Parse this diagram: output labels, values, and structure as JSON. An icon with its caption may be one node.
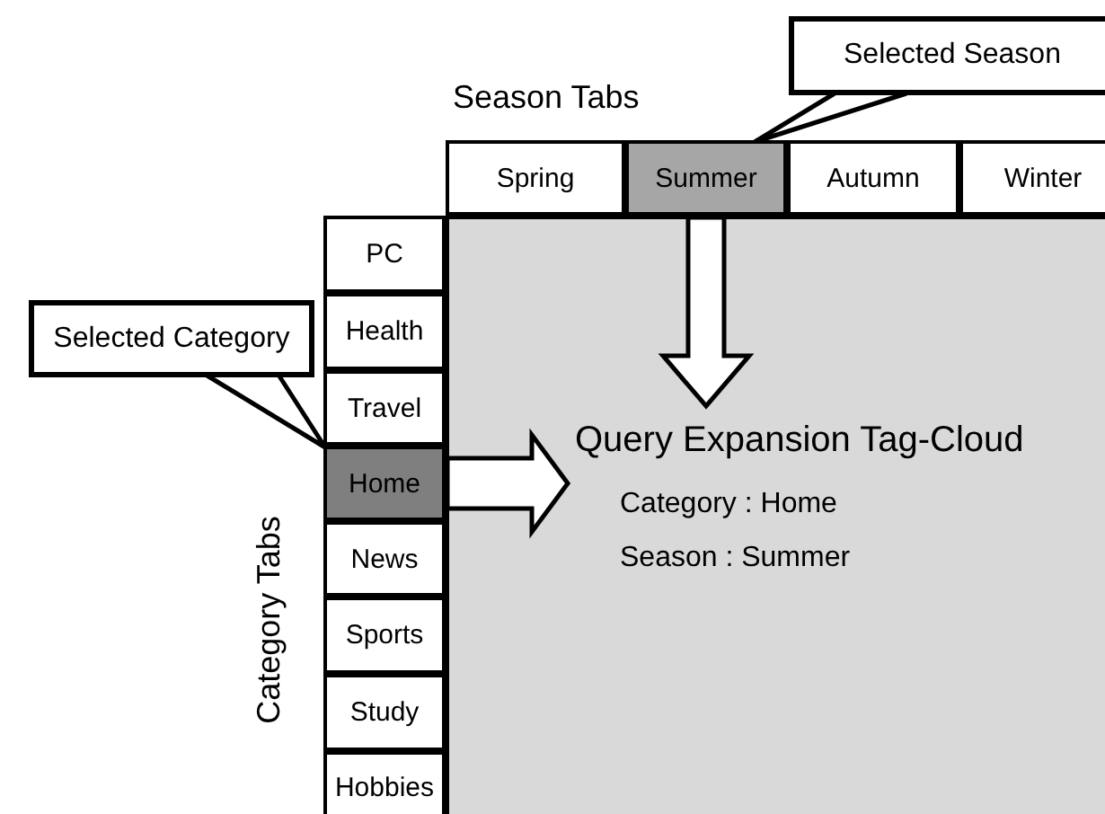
{
  "diagram": {
    "nodes": [
      {
        "text": [
          "Selected Season"
        ]
      },
      {
        "text": [
          "Spring"
        ]
      },
      {
        "text": [
          "Summer"
        ]
      },
      {
        "text": [
          "Autumn"
        ]
      },
      {
        "text": [
          "Winter"
        ]
      },
      {
        "text": [
          "PC"
        ]
      },
      {
        "text": [
          "Health"
        ]
      },
      {
        "text": [
          "Travel"
        ]
      },
      {
        "text": [
          "Selected Category"
        ]
      },
      {
        "text": [
          "Home"
        ]
      },
      {
        "text": [
          "News"
        ]
      },
      {
        "text": [
          "Sports"
        ]
      },
      {
        "text": [
          "Study"
        ]
      },
      {
        "text": [
          "Hobbies"
        ]
      },
      {
        "text": [
          "Query Expansion Tag-Cloud",
          "Category : Home",
          "Season : Summer"
        ]
      }
    ],
    "edges": [
      {
        "from": 0,
        "to": 2,
        "arrow": "none"
      },
      {
        "from": 8,
        "to": 9,
        "arrow": "none"
      },
      {
        "from": 2,
        "to": 14,
        "arrow": "to"
      },
      {
        "from": 9,
        "to": 14,
        "arrow": "to"
      }
    ],
    "labels": [
      "Season Tabs",
      "Category Tabs"
    ]
  }
}
